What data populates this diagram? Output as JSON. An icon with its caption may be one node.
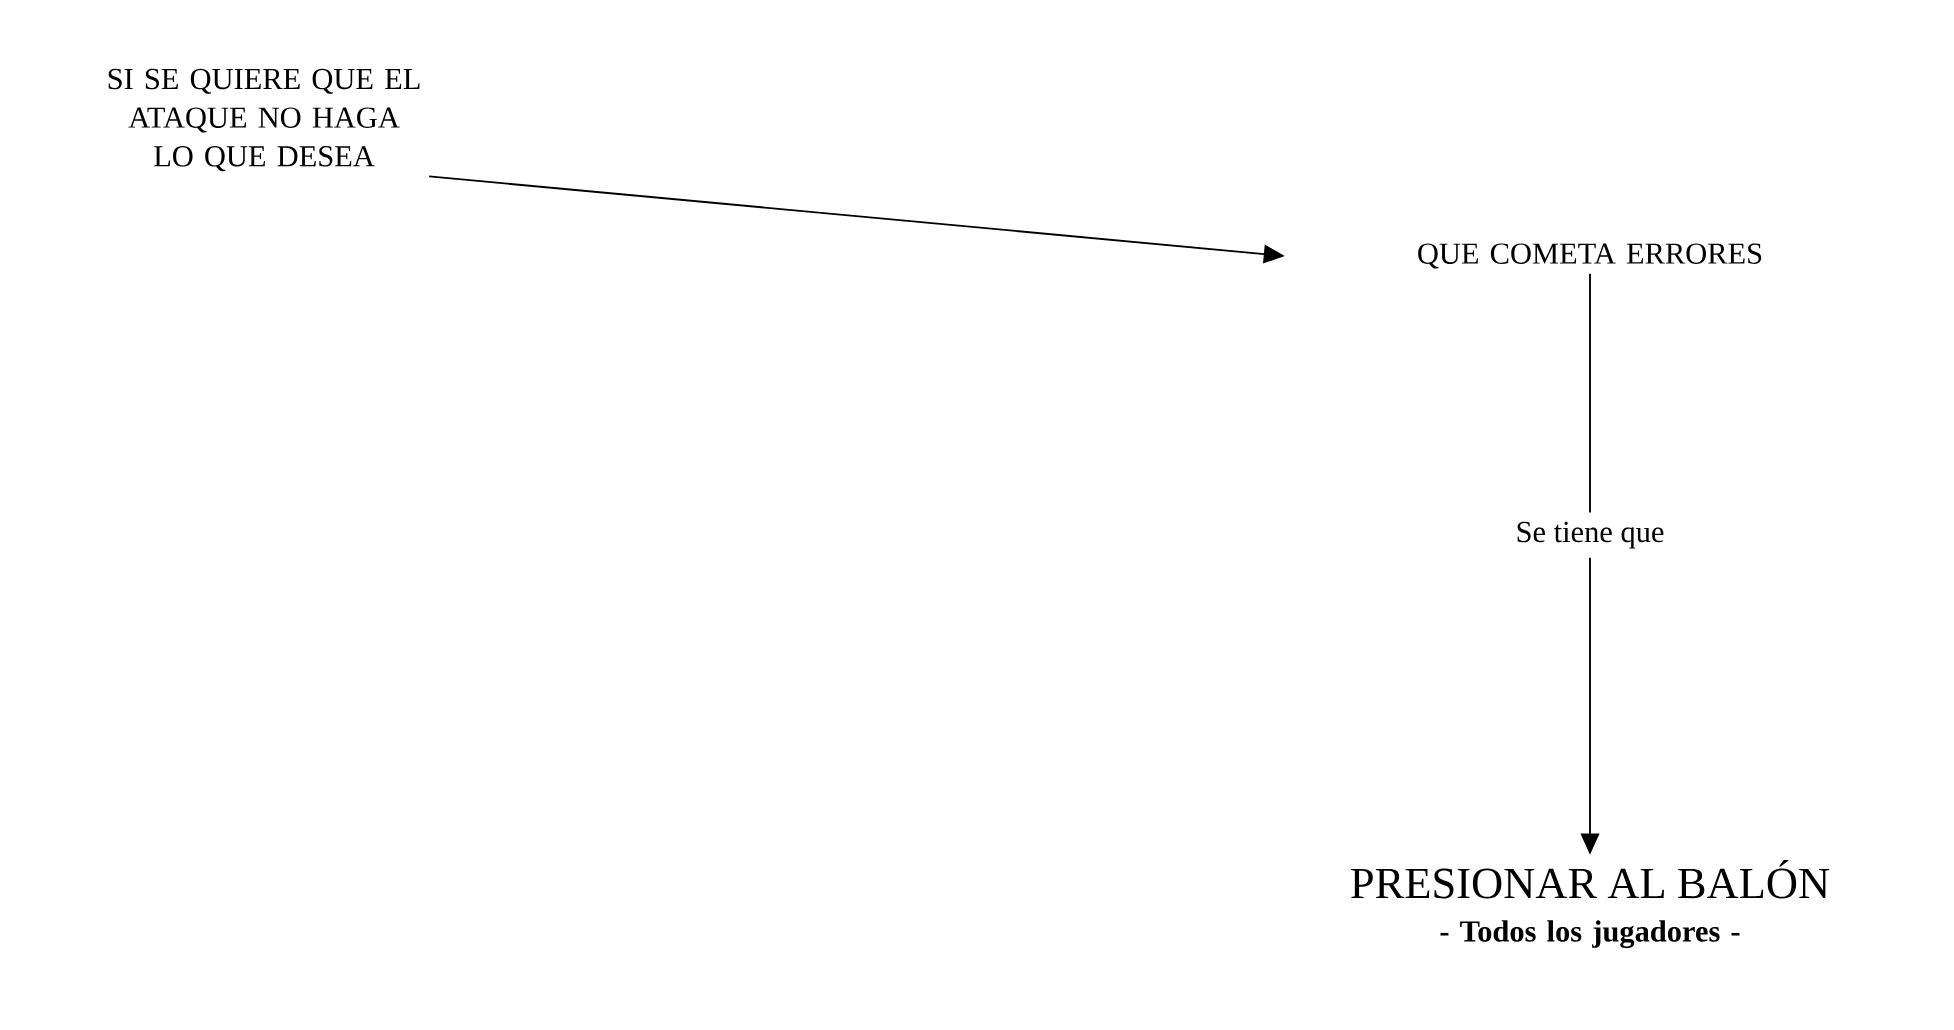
{
  "diagram": {
    "nodes": [
      {
        "text": [
          "SI SE QUIERE QUE EL ATAQUE NO HAGA LO QUE DESEA"
        ]
      },
      {
        "text": [
          "QUE COMETA ERRORES"
        ]
      },
      {
        "text": [
          "PRESIONAR AL BALÓN",
          "- Todos los jugadores -"
        ]
      }
    ],
    "edges": [
      {
        "from": 0,
        "to": 1,
        "arrow": "to"
      },
      {
        "from": 1,
        "to": 2,
        "arrow": "to",
        "label": "Se tiene que"
      }
    ]
  }
}
